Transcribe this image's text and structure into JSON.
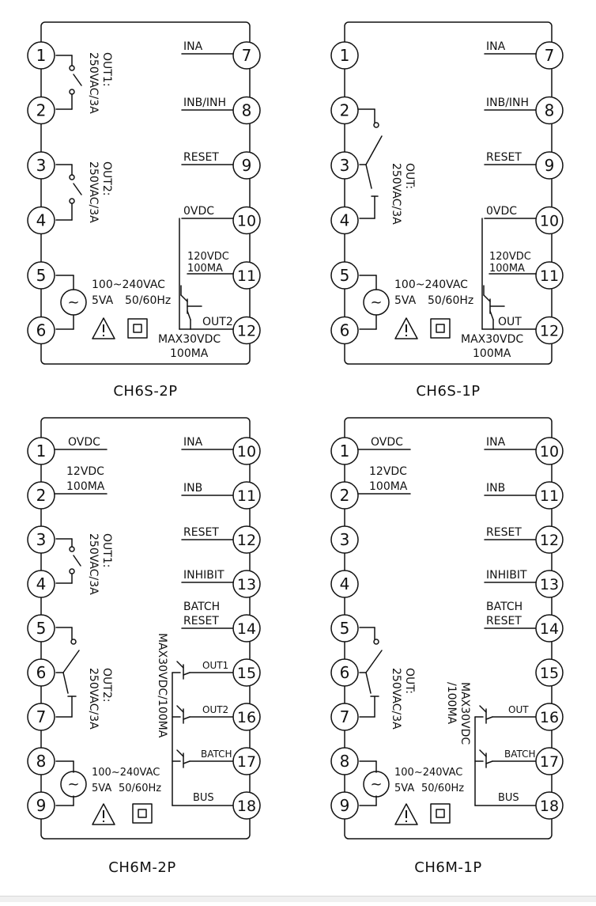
{
  "diagrams": [
    {
      "caption": "CH6S-2P",
      "left_terminals": [
        "1",
        "2",
        "3",
        "4",
        "5",
        "6"
      ],
      "right_terminals": [
        "7",
        "8",
        "9",
        "10",
        "11",
        "12"
      ],
      "right_labels": [
        "INA",
        "INB/INH",
        "RESET",
        "0VDC",
        "",
        ""
      ],
      "relay1": "OUT1:",
      "relay1_rating": "250VAC/3A",
      "relay2": "OUT2:",
      "relay2_rating": "250VAC/3A",
      "supply_voltage": "100~240VAC",
      "supply_power": "5VA",
      "supply_freq": "50/60Hz",
      "aux_voltage": "120VDC",
      "aux_current": "100MA",
      "transistor_label": "OUT2",
      "transistor_max_voltage": "MAX30VDC",
      "transistor_max_current": "100MA"
    },
    {
      "caption": "CH6S-1P",
      "left_terminals": [
        "1",
        "2",
        "3",
        "4",
        "5",
        "6"
      ],
      "right_terminals": [
        "7",
        "8",
        "9",
        "10",
        "11",
        "12"
      ],
      "right_labels": [
        "INA",
        "INB/INH",
        "RESET",
        "0VDC",
        "",
        ""
      ],
      "relay1": "OUT:",
      "relay1_rating": "250VAC/3A",
      "supply_voltage": "100~240VAC",
      "supply_power": "5VA",
      "supply_freq": "50/60Hz",
      "aux_voltage": "120VDC",
      "aux_current": "100MA",
      "transistor_label": "OUT",
      "transistor_max_voltage": "MAX30VDC",
      "transistor_max_current": "100MA"
    },
    {
      "caption": "CH6M-2P",
      "left_terminals": [
        "1",
        "2",
        "3",
        "4",
        "5",
        "6",
        "7",
        "8",
        "9"
      ],
      "right_terminals": [
        "10",
        "11",
        "12",
        "13",
        "14",
        "15",
        "16",
        "17",
        "18"
      ],
      "right_labels": [
        "INA",
        "INB",
        "RESET",
        "INHIBIT",
        "BATCH",
        "OUT1",
        "OUT2",
        "BATCH",
        "BUS"
      ],
      "right_label_reset2": "RESET",
      "left_labels": [
        "OVDC",
        "12VDC",
        "100MA"
      ],
      "relay1": "OUT1:",
      "relay1_rating": "250VAC/3A",
      "relay2": "OUT2:",
      "relay2_rating": "250VAC/3A",
      "supply_voltage": "100~240VAC",
      "supply_power": "5VA",
      "supply_freq": "50/60Hz",
      "transistor_rating": "MAX30VDC/100MA"
    },
    {
      "caption": "CH6M-1P",
      "left_terminals": [
        "1",
        "2",
        "3",
        "4",
        "5",
        "6",
        "7",
        "8",
        "9"
      ],
      "right_terminals": [
        "10",
        "11",
        "12",
        "13",
        "14",
        "15",
        "16",
        "17",
        "18"
      ],
      "right_labels": [
        "INA",
        "INB",
        "RESET",
        "INHIBIT",
        "BATCH",
        "",
        "OUT",
        "BATCH",
        "BUS"
      ],
      "right_label_reset2": "RESET",
      "left_labels": [
        "OVDC",
        "12VDC",
        "100MA"
      ],
      "relay1": "OUT:",
      "relay1_rating": "250VAC/3A",
      "supply_voltage": "100~240VAC",
      "supply_power": "5VA",
      "supply_freq": "50/60Hz",
      "transistor_rating_1": "MAX30VDC",
      "transistor_rating_2": "/100MA"
    }
  ]
}
